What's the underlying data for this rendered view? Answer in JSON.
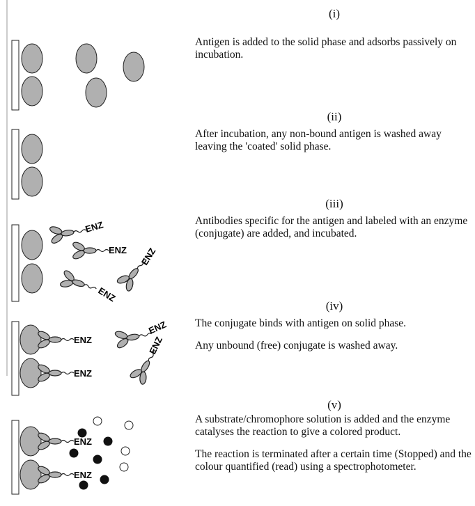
{
  "enzyme_label": "ENZ",
  "colors": {
    "antigen_fill": "#b0b0b0",
    "outline": "#222222",
    "substrate_dark": "#111111",
    "substrate_light": "#ffffff"
  },
  "steps": [
    {
      "num": "(i)",
      "lines": [
        "Antigen is added to the solid phase and adsorbs passively on incubation."
      ]
    },
    {
      "num": "(ii)",
      "lines": [
        "After incubation, any non-bound antigen is washed away leaving the 'coated' solid phase."
      ]
    },
    {
      "num": "(iii)",
      "lines": [
        "Antibodies specific for the antigen and labeled with an enzyme (conjugate) are added, and incubated."
      ]
    },
    {
      "num": "(iv)",
      "lines": [
        "The conjugate binds with antigen on solid phase.",
        "Any unbound (free) conjugate is washed away."
      ]
    },
    {
      "num": "(v)",
      "lines": [
        "A substrate/chromophore solution is added and the enzyme catalyses the reaction to give a colored product.",
        "The reaction is terminated after a certain time (Stopped) and the colour quantified (read) using a spectrophotometer."
      ]
    }
  ]
}
